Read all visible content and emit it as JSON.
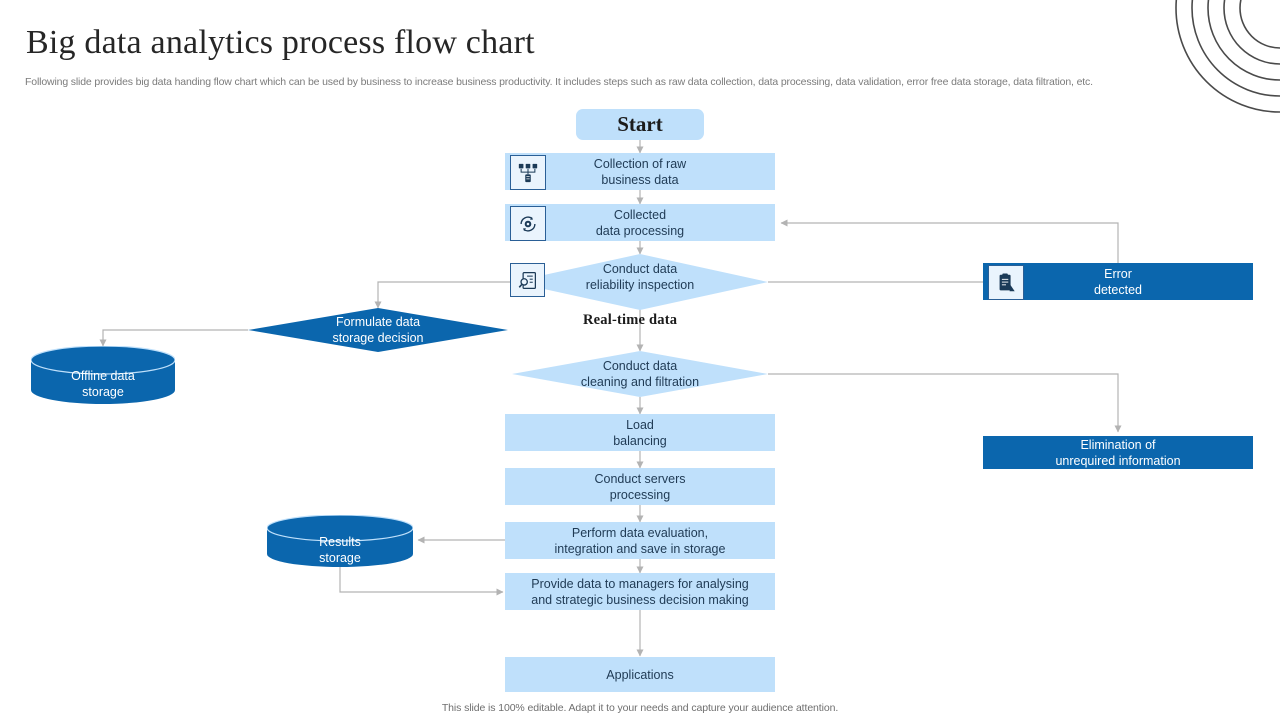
{
  "slide": {
    "title": "Big data analytics process flow chart",
    "subtitle": "Following slide provides big data handing flow chart which can be used by business to increase business productivity. It includes steps such as raw data collection, data processing, data validation, error free data storage, data filtration, etc.",
    "footer": "This slide is 100% editable. Adapt it to your needs and capture your audience attention."
  },
  "colors": {
    "light_blue": "#bfe0fb",
    "dark_blue": "#0b66ad",
    "text_dark": "#1f3a54",
    "connector": "#b3b3b3",
    "title": "#262626",
    "subtitle": "#7b7b7b"
  },
  "chart_data": {
    "type": "diagram",
    "title": "Big data analytics process flow chart",
    "nodes": [
      {
        "id": "start",
        "label": "Start",
        "shape": "rounded-rect",
        "fill": "light"
      },
      {
        "id": "collection",
        "label": "Collection of raw\nbusiness data",
        "shape": "rect",
        "fill": "light",
        "icon": "server-network-icon"
      },
      {
        "id": "processing",
        "label": "Collected\ndata processing",
        "shape": "rect",
        "fill": "light",
        "icon": "gear-refresh-icon"
      },
      {
        "id": "inspection",
        "label": "Conduct data\nreliability inspection",
        "shape": "diamond",
        "fill": "light",
        "icon": "document-magnifier-icon"
      },
      {
        "id": "error",
        "label": "Error\ndetected",
        "shape": "rect",
        "fill": "dark",
        "icon": "error-report-icon"
      },
      {
        "id": "formulate",
        "label": "Formulate data\nstorage decision",
        "shape": "diamond",
        "fill": "dark"
      },
      {
        "id": "offline",
        "label": "Offline data\nstorage",
        "shape": "cylinder",
        "fill": "dark"
      },
      {
        "id": "cleaning",
        "label": "Conduct data\ncleaning and filtration",
        "shape": "diamond",
        "fill": "light"
      },
      {
        "id": "elimination",
        "label": "Elimination of\nunrequired information",
        "shape": "rect",
        "fill": "dark"
      },
      {
        "id": "load",
        "label": "Load\nbalancing",
        "shape": "rect",
        "fill": "light"
      },
      {
        "id": "servers",
        "label": "Conduct servers\nprocessing",
        "shape": "rect",
        "fill": "light"
      },
      {
        "id": "evaluation",
        "label": "Perform data evaluation,\nintegration and save in storage",
        "shape": "rect",
        "fill": "light"
      },
      {
        "id": "results",
        "label": "Results\nstorage",
        "shape": "cylinder",
        "fill": "dark"
      },
      {
        "id": "managers",
        "label": "Provide data to managers for analysing\nand strategic business decision making",
        "shape": "rect",
        "fill": "light"
      },
      {
        "id": "applications",
        "label": "Applications",
        "shape": "rect",
        "fill": "light"
      }
    ],
    "edge_labels": [
      {
        "id": "realtime",
        "label": "Real-time data"
      }
    ],
    "edges": [
      {
        "from": "start",
        "to": "collection"
      },
      {
        "from": "collection",
        "to": "processing"
      },
      {
        "from": "processing",
        "to": "inspection"
      },
      {
        "from": "inspection",
        "to": "error",
        "side": "right"
      },
      {
        "from": "error",
        "to": "processing",
        "side": "feedback"
      },
      {
        "from": "inspection",
        "to": "formulate",
        "side": "left"
      },
      {
        "from": "inspection",
        "to": "cleaning",
        "label": "Real-time data"
      },
      {
        "from": "formulate",
        "to": "offline",
        "side": "left"
      },
      {
        "from": "offline",
        "to": "cleaning"
      },
      {
        "from": "cleaning",
        "to": "elimination",
        "side": "right"
      },
      {
        "from": "cleaning",
        "to": "load"
      },
      {
        "from": "load",
        "to": "servers"
      },
      {
        "from": "servers",
        "to": "evaluation"
      },
      {
        "from": "evaluation",
        "to": "results",
        "side": "left"
      },
      {
        "from": "evaluation",
        "to": "managers"
      },
      {
        "from": "results",
        "to": "managers",
        "side": "left"
      },
      {
        "from": "managers",
        "to": "applications"
      }
    ]
  }
}
